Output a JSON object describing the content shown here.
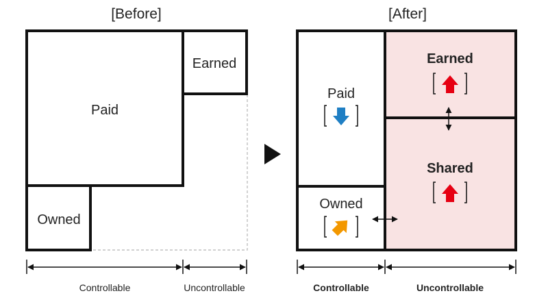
{
  "before": {
    "title": "[Before]",
    "paid": "Paid",
    "earned": "Earned",
    "owned": "Owned",
    "axis_controllable": "Controllable",
    "axis_uncontrollable": "Uncontrollable"
  },
  "after": {
    "title": "[After]",
    "paid": "Paid",
    "paid_trend": "down",
    "earned": "Earned",
    "earned_trend": "up",
    "owned": "Owned",
    "owned_trend": "up-right",
    "shared": "Shared",
    "shared_trend": "up",
    "axis_controllable": "Controllable",
    "axis_uncontrollable": "Uncontrollable"
  },
  "colors": {
    "down_arrow": "#1f7fc4",
    "up_arrow": "#e60012",
    "diagonal_arrow": "#f39800",
    "uncontrollable_fill": "#f9e3e3"
  },
  "transition_icon": "play-triangle-icon"
}
